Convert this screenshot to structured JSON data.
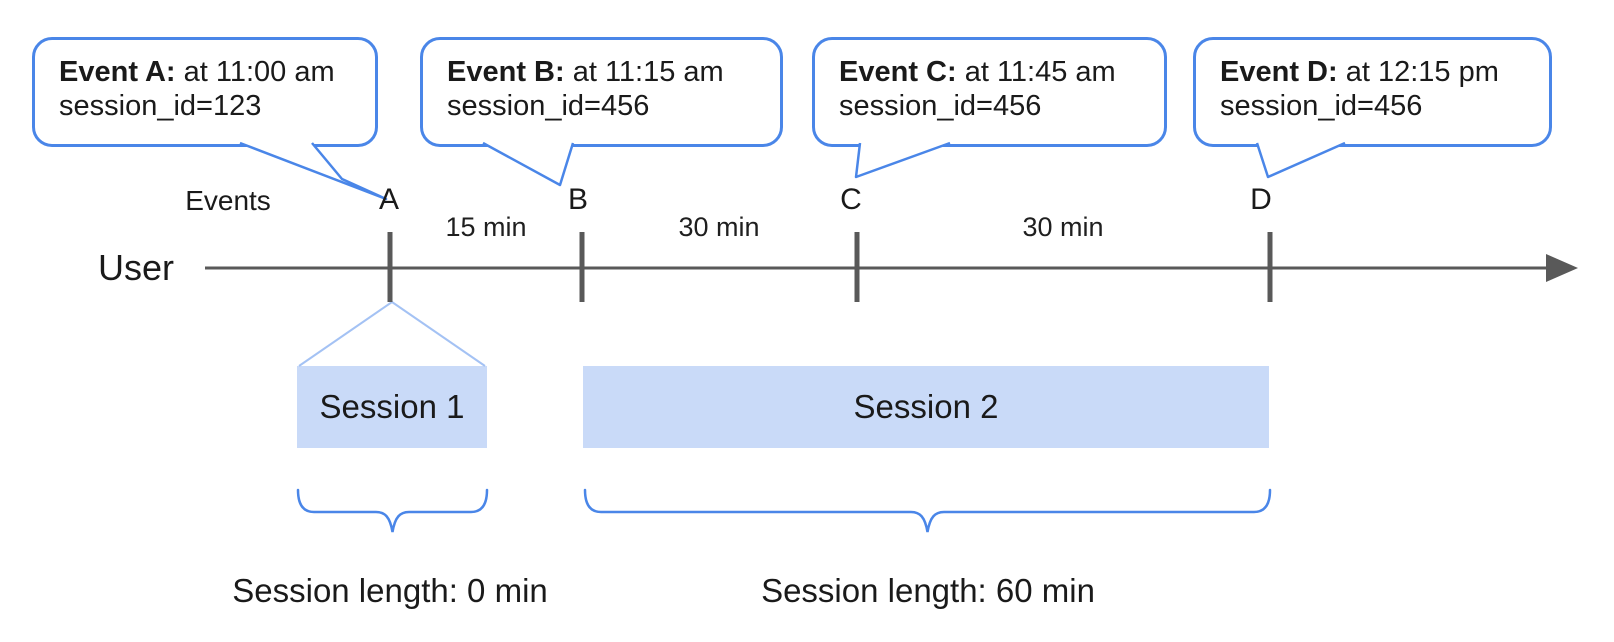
{
  "figure": {
    "bubbles": [
      {
        "label": "Event A:",
        "time": "at 11:00 am",
        "session": "session_id=123"
      },
      {
        "label": "Event B:",
        "time": "at 11:15 am",
        "session": "session_id=456"
      },
      {
        "label": "Event C:",
        "time": "at 11:45 am",
        "session": "session_id=456"
      },
      {
        "label": "Event D:",
        "time": "at 12:15 pm",
        "session": "session_id=456"
      }
    ],
    "timeline": {
      "events_label": "Events",
      "user_label": "User",
      "marks": [
        "A",
        "B",
        "C",
        "D"
      ],
      "gaps": [
        "15 min",
        "30 min",
        "30 min"
      ]
    },
    "sessions": [
      {
        "name": "Session 1",
        "length_label": "Session length: 0 min"
      },
      {
        "name": "Session 2",
        "length_label": "Session length: 60 min"
      }
    ],
    "colors": {
      "bubble_border": "#4a86e8",
      "fan_line": "#a4c2f4",
      "session_fill": "#c9daf8",
      "brace": "#4a86e8",
      "timeline": "#595959",
      "text": "#1a1a1a"
    }
  }
}
